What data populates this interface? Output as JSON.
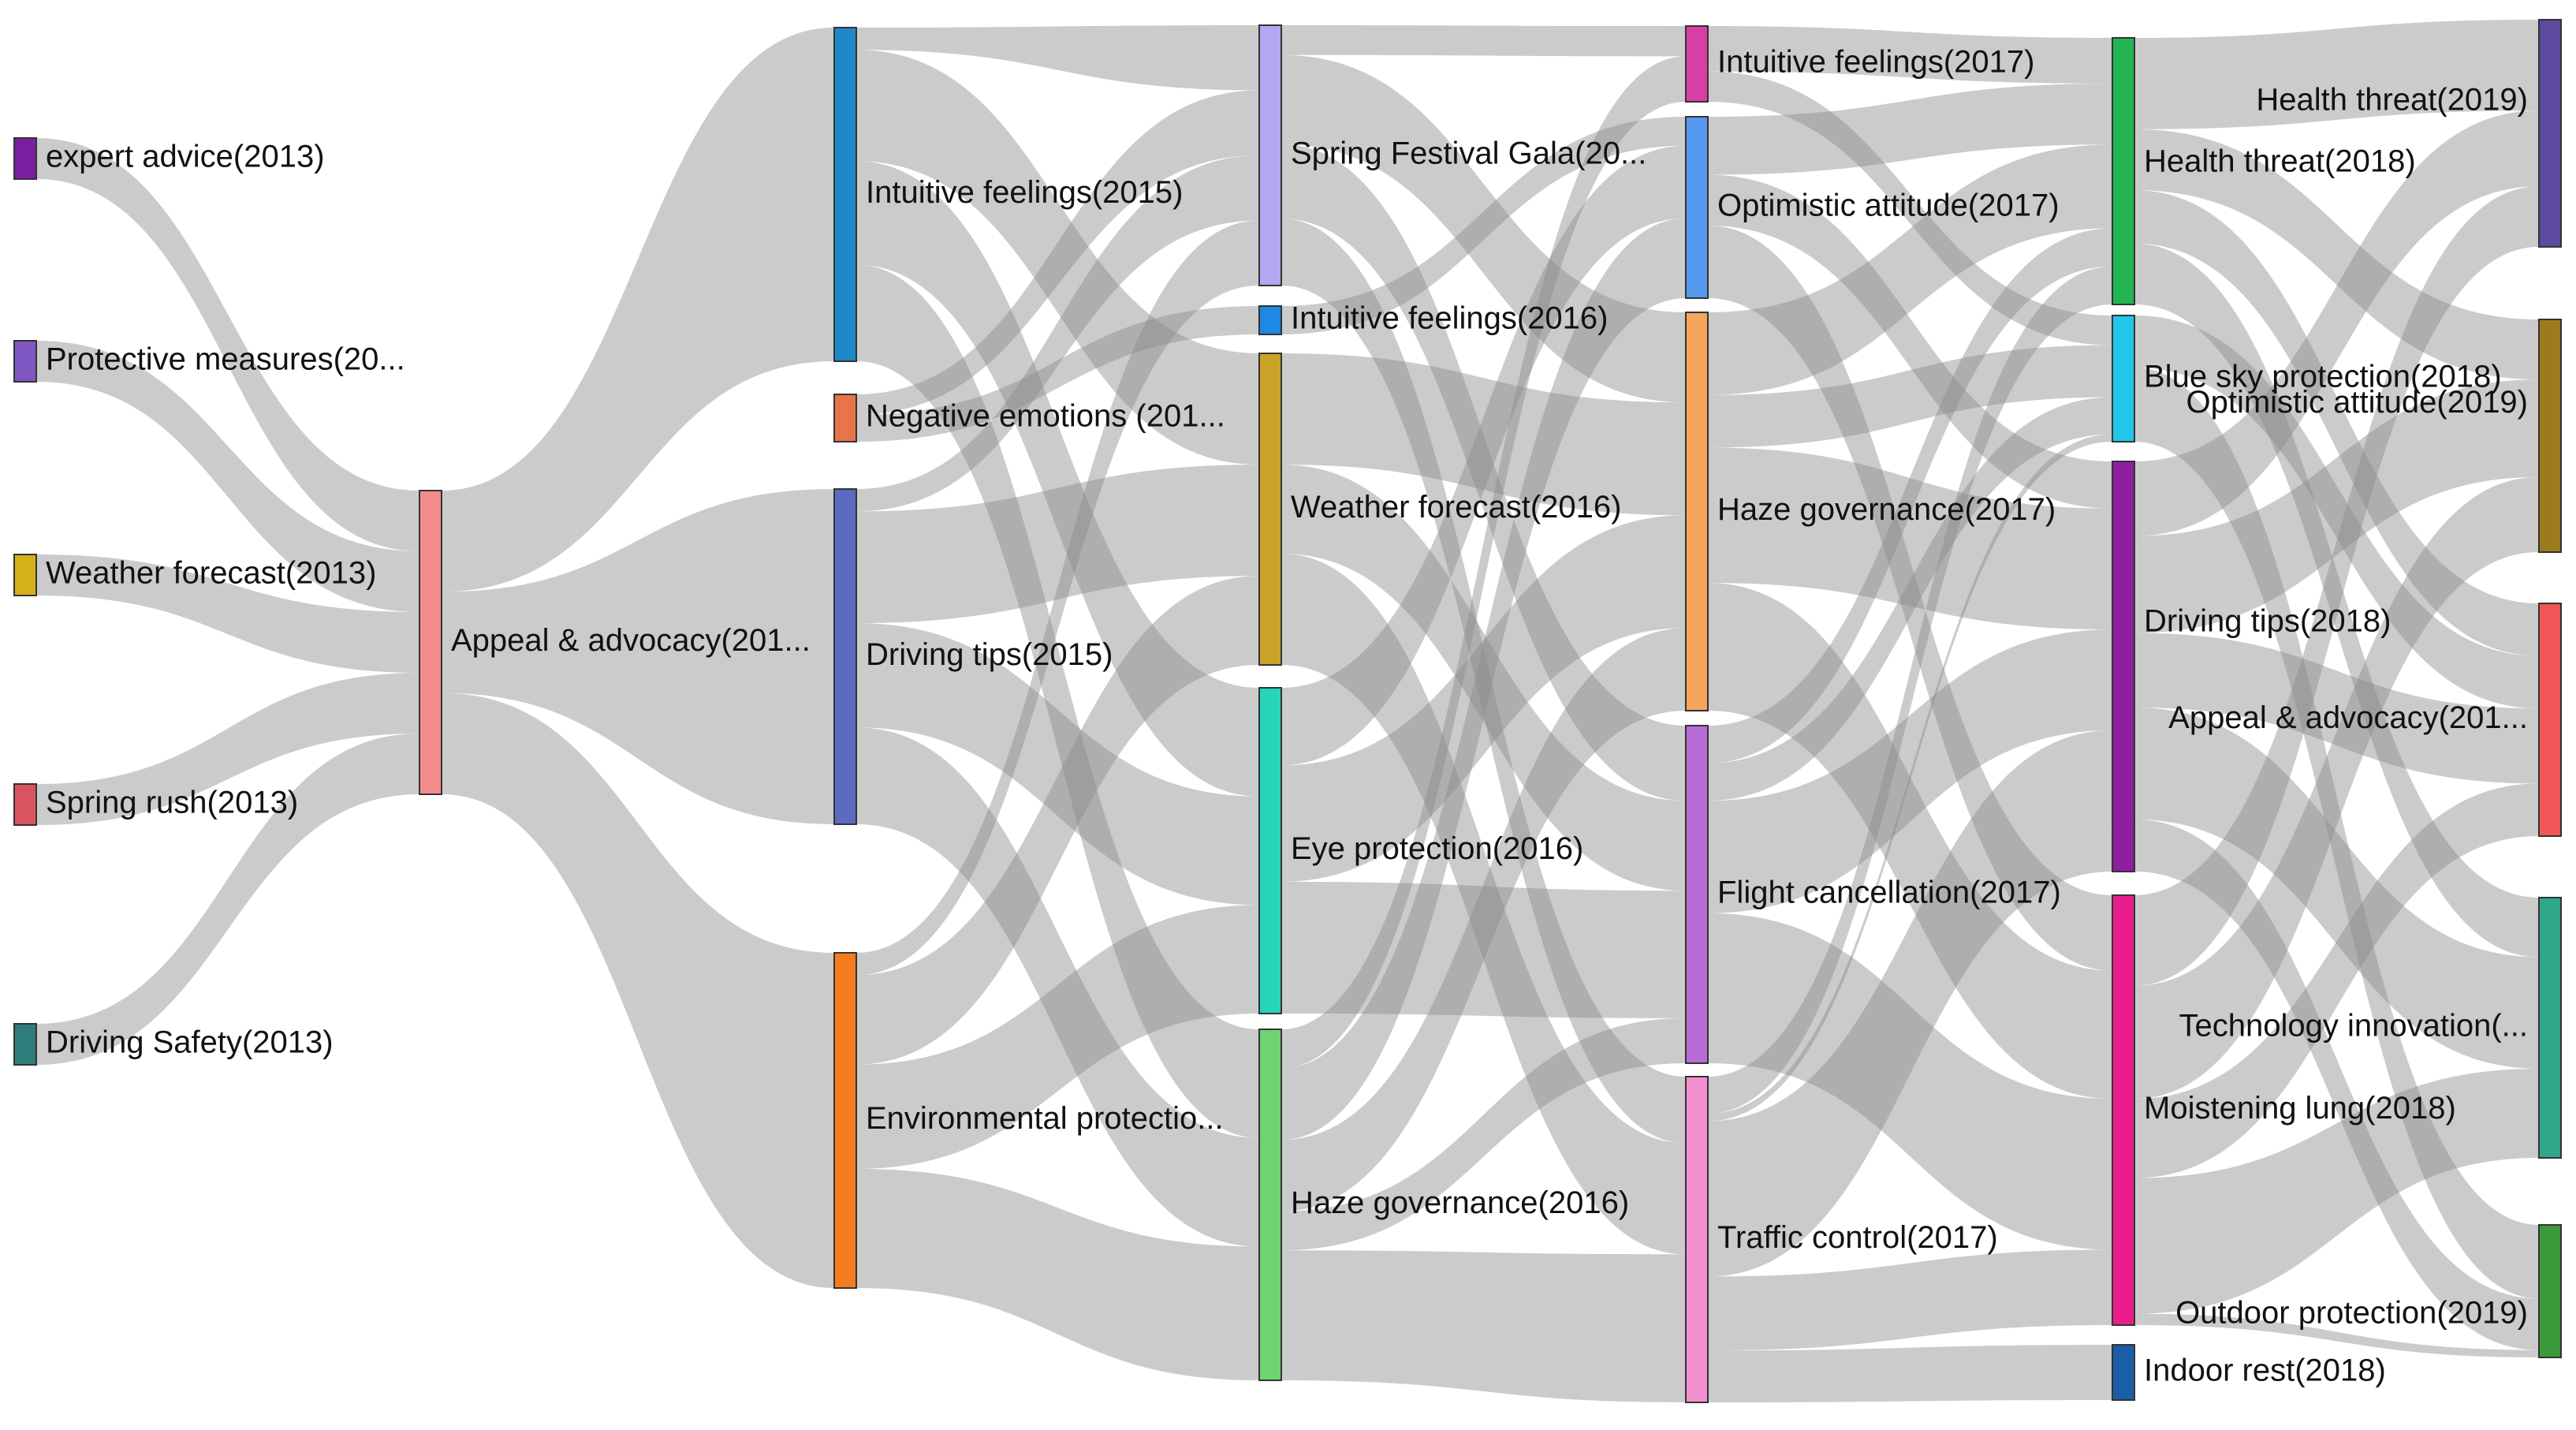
{
  "diagram": {
    "type": "sankey",
    "columns": [
      "2013",
      "2015",
      "2016",
      "2017",
      "2018",
      "2019"
    ],
    "nodes": [
      {
        "id": "n2013_expert",
        "col": 0,
        "label": "expert advice(2013)",
        "color": "#7b1fa2",
        "value": 12
      },
      {
        "id": "n2013_protect",
        "col": 0,
        "label": "Protective measures(20...",
        "color": "#7e57c2",
        "value": 12
      },
      {
        "id": "n2013_weather",
        "col": 0,
        "label": "Weather forecast(2013)",
        "color": "#d4b21a",
        "value": 12
      },
      {
        "id": "n2013_spring",
        "col": 0,
        "label": "Spring rush(2013)",
        "color": "#d9545f",
        "value": 12
      },
      {
        "id": "n2013_driving",
        "col": 0,
        "label": "Driving Safety(2013)",
        "color": "#2e7d7a",
        "value": 12
      },
      {
        "id": "n_appeal",
        "col": 0.2,
        "label": "Appeal & advocacy(201...",
        "color": "#f28b8b",
        "value": 60
      },
      {
        "id": "n2015_intuitive",
        "col": 1,
        "label": "Intuitive feelings(2015)",
        "color": "#1e88c8",
        "value": 90
      },
      {
        "id": "n2015_negative",
        "col": 1,
        "label": "Negative emotions (201...",
        "color": "#e8744a",
        "value": 14
      },
      {
        "id": "n2015_driving",
        "col": 1,
        "label": "Driving tips(2015)",
        "color": "#5c6bc0",
        "value": 90
      },
      {
        "id": "n2015_env",
        "col": 1,
        "label": "Environmental protectio...",
        "color": "#f57c1f",
        "value": 90
      },
      {
        "id": "n2016_gala",
        "col": 2,
        "label": "Spring Festival Gala(20...",
        "color": "#b3a6f2",
        "value": 70
      },
      {
        "id": "n2016_intuitive",
        "col": 2,
        "label": "Intuitive feelings(2016)",
        "color": "#1e88e5",
        "value": 8
      },
      {
        "id": "n2016_weather",
        "col": 2,
        "label": "Weather forecast(2016)",
        "color": "#c9a227",
        "value": 84
      },
      {
        "id": "n2016_eye",
        "col": 2,
        "label": "Eye protection(2016)",
        "color": "#26d4b8",
        "value": 84
      },
      {
        "id": "n2016_haze",
        "col": 2,
        "label": "Haze governance(2016)",
        "color": "#6fd36f",
        "value": 90
      },
      {
        "id": "n2017_intuitive",
        "col": 3,
        "label": "Intuitive feelings(2017)",
        "color": "#d83fa6",
        "value": 20
      },
      {
        "id": "n2017_optimistic",
        "col": 3,
        "label": "Optimistic attitude(2017)",
        "color": "#5599ee",
        "value": 50
      },
      {
        "id": "n2017_haze",
        "col": 3,
        "label": "Haze governance(2017)",
        "color": "#f6a55f",
        "value": 106
      },
      {
        "id": "n2017_flight",
        "col": 3,
        "label": "Flight cancellation(2017)",
        "color": "#b96cd6",
        "value": 90
      },
      {
        "id": "n2017_traffic",
        "col": 3,
        "label": "Traffic control(2017)",
        "color": "#f48fd0",
        "value": 88
      },
      {
        "id": "n2018_health",
        "col": 4,
        "label": "Health threat(2018)",
        "color": "#22b552",
        "value": 70
      },
      {
        "id": "n2018_bluesky",
        "col": 4,
        "label": "Blue sky protection(2018)",
        "color": "#1fc7e8",
        "value": 34
      },
      {
        "id": "n2018_driving",
        "col": 4,
        "label": "Driving tips(2018)",
        "color": "#8e1f9e",
        "value": 110
      },
      {
        "id": "n2018_moist",
        "col": 4,
        "label": "Moistening lung(2018)",
        "color": "#e91e8c",
        "value": 114
      },
      {
        "id": "n2018_indoor",
        "col": 4,
        "label": "Indoor rest(2018)",
        "color": "#1a5ea8",
        "value": 14
      },
      {
        "id": "n2019_health",
        "col": 5,
        "label": "Health threat(2019)",
        "color": "#5c4a9e",
        "value": 60
      },
      {
        "id": "n2019_optimistic",
        "col": 5,
        "label": "Optimistic attitude(2019)",
        "color": "#9c7a1e",
        "value": 62
      },
      {
        "id": "n2019_appeal",
        "col": 5,
        "label": "Appeal & advocacy(201...",
        "color": "#f25555",
        "value": 62
      },
      {
        "id": "n2019_tech",
        "col": 5,
        "label": "Technology innovation(...",
        "color": "#2fa88a",
        "value": 70
      },
      {
        "id": "n2019_outdoor",
        "col": 5,
        "label": "Outdoor protection(2019)",
        "color": "#3a9a3a",
        "value": 36
      }
    ],
    "links": [
      {
        "source": "n2013_expert",
        "target": "n_appeal",
        "value": 12
      },
      {
        "source": "n2013_protect",
        "target": "n_appeal",
        "value": 12
      },
      {
        "source": "n2013_weather",
        "target": "n_appeal",
        "value": 12
      },
      {
        "source": "n2013_spring",
        "target": "n_appeal",
        "value": 12
      },
      {
        "source": "n2013_driving",
        "target": "n_appeal",
        "value": 12
      },
      {
        "source": "n_appeal",
        "target": "n2015_intuitive",
        "value": 20
      },
      {
        "source": "n_appeal",
        "target": "n2015_driving",
        "value": 20
      },
      {
        "source": "n_appeal",
        "target": "n2015_env",
        "value": 20
      },
      {
        "source": "n2015_intuitive",
        "target": "n2016_gala",
        "value": 6
      },
      {
        "source": "n2015_intuitive",
        "target": "n2016_weather",
        "value": 30
      },
      {
        "source": "n2015_intuitive",
        "target": "n2016_eye",
        "value": 28
      },
      {
        "source": "n2015_intuitive",
        "target": "n2016_haze",
        "value": 26
      },
      {
        "source": "n2015_negative",
        "target": "n2016_gala",
        "value": 6
      },
      {
        "source": "n2015_negative",
        "target": "n2016_intuitive",
        "value": 8
      },
      {
        "source": "n2015_driving",
        "target": "n2016_gala",
        "value": 6
      },
      {
        "source": "n2015_driving",
        "target": "n2016_weather",
        "value": 30
      },
      {
        "source": "n2015_driving",
        "target": "n2016_eye",
        "value": 28
      },
      {
        "source": "n2015_driving",
        "target": "n2016_haze",
        "value": 26
      },
      {
        "source": "n2015_env",
        "target": "n2016_gala",
        "value": 6
      },
      {
        "source": "n2015_env",
        "target": "n2016_weather",
        "value": 24
      },
      {
        "source": "n2015_env",
        "target": "n2016_eye",
        "value": 28
      },
      {
        "source": "n2015_env",
        "target": "n2016_haze",
        "value": 32
      },
      {
        "source": "n2016_gala",
        "target": "n2017_intuitive",
        "value": 8
      },
      {
        "source": "n2016_gala",
        "target": "n2017_haze",
        "value": 24
      },
      {
        "source": "n2016_gala",
        "target": "n2017_flight",
        "value": 20
      },
      {
        "source": "n2016_gala",
        "target": "n2017_traffic",
        "value": 18
      },
      {
        "source": "n2016_intuitive",
        "target": "n2017_optimistic",
        "value": 8
      },
      {
        "source": "n2016_weather",
        "target": "n2017_haze",
        "value": 30
      },
      {
        "source": "n2016_weather",
        "target": "n2017_flight",
        "value": 24
      },
      {
        "source": "n2016_weather",
        "target": "n2017_traffic",
        "value": 30
      },
      {
        "source": "n2016_eye",
        "target": "n2017_optimistic",
        "value": 20
      },
      {
        "source": "n2016_eye",
        "target": "n2017_haze",
        "value": 30
      },
      {
        "source": "n2016_eye",
        "target": "n2017_flight",
        "value": 34
      },
      {
        "source": "n2016_haze",
        "target": "n2017_intuitive",
        "value": 12
      },
      {
        "source": "n2016_haze",
        "target": "n2017_optimistic",
        "value": 22
      },
      {
        "source": "n2016_haze",
        "target": "n2017_haze",
        "value": 22
      },
      {
        "source": "n2016_haze",
        "target": "n2017_flight",
        "value": 12
      },
      {
        "source": "n2016_haze",
        "target": "n2017_traffic",
        "value": 40
      },
      {
        "source": "n2017_intuitive",
        "target": "n2018_health",
        "value": 12
      },
      {
        "source": "n2017_intuitive",
        "target": "n2018_bluesky",
        "value": 8
      },
      {
        "source": "n2017_optimistic",
        "target": "n2018_health",
        "value": 16
      },
      {
        "source": "n2017_optimistic",
        "target": "n2018_driving",
        "value": 14
      },
      {
        "source": "n2017_optimistic",
        "target": "n2018_moist",
        "value": 20
      },
      {
        "source": "n2017_haze",
        "target": "n2018_health",
        "value": 22
      },
      {
        "source": "n2017_haze",
        "target": "n2018_bluesky",
        "value": 14
      },
      {
        "source": "n2017_haze",
        "target": "n2018_driving",
        "value": 36
      },
      {
        "source": "n2017_haze",
        "target": "n2018_moist",
        "value": 34
      },
      {
        "source": "n2017_flight",
        "target": "n2018_health",
        "value": 10
      },
      {
        "source": "n2017_flight",
        "target": "n2018_driving",
        "value": 30
      },
      {
        "source": "n2017_flight",
        "target": "n2018_moist",
        "value": 40
      },
      {
        "source": "n2017_flight",
        "target": "n2018_bluesky",
        "value": 10
      },
      {
        "source": "n2017_traffic",
        "target": "n2018_health",
        "value": 10
      },
      {
        "source": "n2017_traffic",
        "target": "n2018_bluesky",
        "value": 2
      },
      {
        "source": "n2017_traffic",
        "target": "n2018_driving",
        "value": 30
      },
      {
        "source": "n2017_traffic",
        "target": "n2018_moist",
        "value": 20
      },
      {
        "source": "n2017_traffic",
        "target": "n2018_indoor",
        "value": 14
      },
      {
        "source": "n2017_traffic",
        "target": "n2018_driving",
        "value": 12
      },
      {
        "source": "n2018_health",
        "target": "n2019_health",
        "value": 24
      },
      {
        "source": "n2018_health",
        "target": "n2019_optimistic",
        "value": 16
      },
      {
        "source": "n2018_health",
        "target": "n2019_appeal",
        "value": 14
      },
      {
        "source": "n2018_health",
        "target": "n2019_tech",
        "value": 16
      },
      {
        "source": "n2018_bluesky",
        "target": "n2019_appeal",
        "value": 14
      },
      {
        "source": "n2018_bluesky",
        "target": "n2019_outdoor",
        "value": 20
      },
      {
        "source": "n2018_driving",
        "target": "n2019_health",
        "value": 20
      },
      {
        "source": "n2018_driving",
        "target": "n2019_optimistic",
        "value": 26
      },
      {
        "source": "n2018_driving",
        "target": "n2019_appeal",
        "value": 20
      },
      {
        "source": "n2018_driving",
        "target": "n2019_tech",
        "value": 30
      },
      {
        "source": "n2018_driving",
        "target": "n2019_outdoor",
        "value": 14
      },
      {
        "source": "n2018_moist",
        "target": "n2019_health",
        "value": 16
      },
      {
        "source": "n2018_moist",
        "target": "n2019_optimistic",
        "value": 20
      },
      {
        "source": "n2018_moist",
        "target": "n2019_appeal",
        "value": 14
      },
      {
        "source": "n2018_moist",
        "target": "n2019_tech",
        "value": 24
      },
      {
        "source": "n2018_moist",
        "target": "n2019_outdoor",
        "value": 2
      },
      {
        "source": "n2018_indoor",
        "target": "n2019_outdoor",
        "value": 0
      }
    ]
  }
}
